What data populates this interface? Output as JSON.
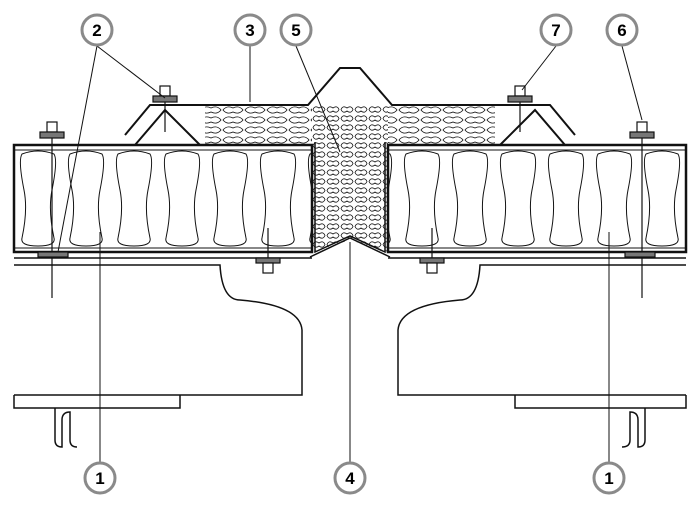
{
  "callouts": [
    {
      "id": "callout-2",
      "text": "2"
    },
    {
      "id": "callout-3",
      "text": "3"
    },
    {
      "id": "callout-5",
      "text": "5"
    },
    {
      "id": "callout-7",
      "text": "7"
    },
    {
      "id": "callout-6",
      "text": "6"
    },
    {
      "id": "callout-1-left",
      "text": "1"
    },
    {
      "id": "callout-4",
      "text": "4"
    },
    {
      "id": "callout-1-right",
      "text": "1"
    }
  ],
  "colors": {
    "line": "#111111",
    "ring": "#8a8a8a",
    "fill": "#ffffff",
    "washer": "#777777"
  }
}
